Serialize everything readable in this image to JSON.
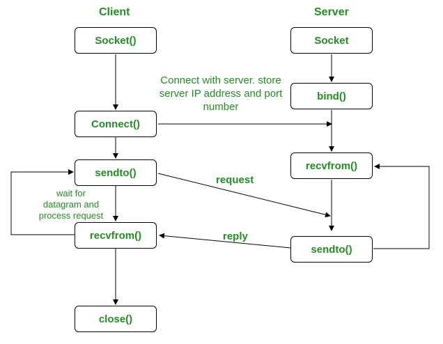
{
  "colors": {
    "label_green": "#1f8f1f",
    "line": "#000000",
    "box_border": "#000000"
  },
  "headers": {
    "client": "Client",
    "server": "Server"
  },
  "client": {
    "socket": "Socket()",
    "connect": "Connect()",
    "sendto": "sendto()",
    "recvfrom": "recvfrom()",
    "close": "close()"
  },
  "server": {
    "socket": "Socket",
    "bind": "bind()",
    "recvfrom": "recvfrom()",
    "sendto": "sendto()"
  },
  "edges": {
    "request": "request",
    "reply": "reply"
  },
  "notes": {
    "connect_note": [
      "Connect with server. store",
      "server IP address and port",
      "number"
    ],
    "wait_note": [
      "wait for",
      "datagram and",
      "process request"
    ]
  }
}
